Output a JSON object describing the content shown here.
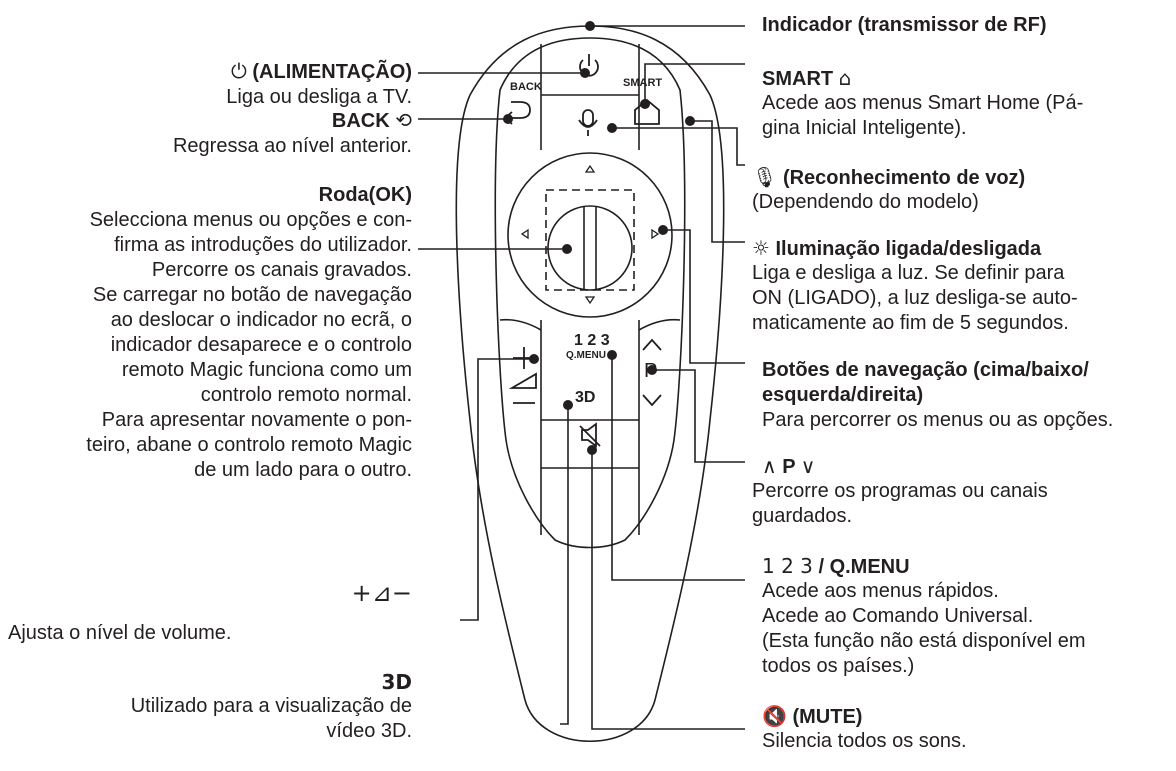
{
  "left_labels": {
    "power": {
      "title": "(ALIMENTAÇÃO)",
      "desc": "Liga ou desliga a TV."
    },
    "back": {
      "title": "BACK",
      "desc": "Regressa ao nível anterior."
    },
    "wheel": {
      "title": "Roda(OK)",
      "lines": [
        "Selecciona menus ou opções e con-",
        "firma as introduções do utilizador.",
        "Percorre os canais gravados.",
        "Se carregar no botão de navegação",
        "ao deslocar o indicador no ecrã, o",
        "indicador desaparece e o controlo",
        "remoto Magic funciona como um",
        "controlo remoto normal.",
        "Para apresentar novamente o pon-",
        "teiro, abane o controlo remoto Magic",
        "de um lado para o outro."
      ]
    },
    "volume": {
      "desc": "Ajusta o nível de volume."
    },
    "three_d": {
      "lines": [
        "Utilizado para a visualização de",
        "vídeo 3D."
      ]
    }
  },
  "right_labels": {
    "indicator": {
      "title": "Indicador (transmissor de RF)"
    },
    "smart": {
      "title": "SMART",
      "lines": [
        "Acede aos menus Smart Home (Pá-",
        "gina Inicial Inteligente)."
      ]
    },
    "voice": {
      "title": "(Reconhecimento de voz)",
      "desc": "(Dependendo do modelo)"
    },
    "light": {
      "title": "Iluminação ligada/desligada",
      "lines": [
        "Liga e desliga a luz. Se definir para",
        "ON (LIGADO), a luz desliga-se auto-",
        "maticamente ao fim de 5 segundos."
      ]
    },
    "nav": {
      "title_lines": [
        "Botões de navegação (cima/baixo/",
        "esquerda/direita)"
      ],
      "desc": "Para percorrer os menus ou as opções."
    },
    "program": {
      "title": "P",
      "lines": [
        "Percorre os programas ou canais",
        "guardados."
      ]
    },
    "qmenu": {
      "title": "/ Q.MENU",
      "lines": [
        "Acede aos menus rápidos.",
        "Acede ao Comando Universal.",
        "(Esta função não está disponível em",
        "todos os países.)"
      ]
    },
    "mute": {
      "title": "(MUTE)",
      "desc": "Silencia todos os sons."
    }
  },
  "remote": {
    "back_label": "BACK",
    "smart_label": "SMART",
    "num_label": "1 2 3",
    "qmenu_label": "Q.MENU",
    "p_label": "P",
    "three_d_label": "3D"
  },
  "icons": {
    "power": "power-icon",
    "back": "back-arrow-icon",
    "smart": "home-icon",
    "voice": "microphone-icon",
    "light": "light-bulb-icon",
    "volume": "volume-icon",
    "three_d": "3d-icon",
    "mute": "mute-icon",
    "numbers": "numbers-icon"
  }
}
